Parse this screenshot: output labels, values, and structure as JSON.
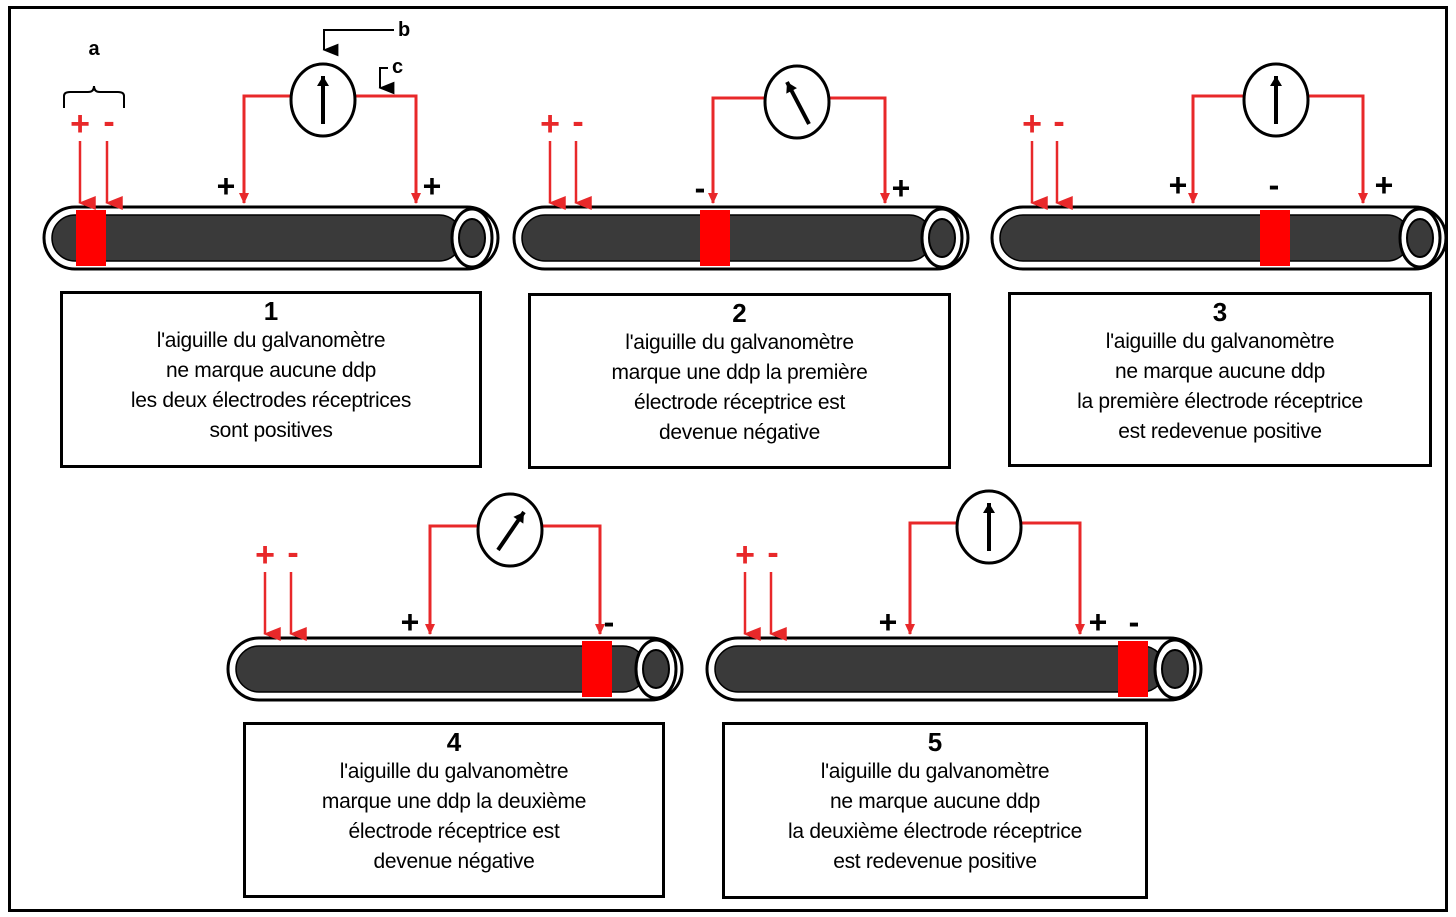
{
  "labels": {
    "a": "a",
    "b": "b",
    "c": "c"
  },
  "colors": {
    "stimulus": "#e8282a",
    "wire": "#e8282a",
    "fiber": "#3a3a3a",
    "depolarized": "#ff0000"
  },
  "panels": [
    {
      "number": "1",
      "stim_plus": "+",
      "stim_minus": "-",
      "left_sign": "+",
      "right_sign": "+",
      "extra_sign": "",
      "needle": "center",
      "lines": [
        "l'aiguille du galvanomètre",
        "ne marque aucune ddp",
        "les deux électrodes réceptrices",
        "sont positives"
      ]
    },
    {
      "number": "2",
      "stim_plus": "+",
      "stim_minus": "-",
      "left_sign": "-",
      "right_sign": "+",
      "extra_sign": "",
      "needle": "left",
      "lines": [
        "l'aiguille du galvanomètre",
        "marque une ddp la première",
        "électrode réceptrice est",
        "devenue négative"
      ]
    },
    {
      "number": "3",
      "stim_plus": "+",
      "stim_minus": "-",
      "left_sign": "+",
      "right_sign": "+",
      "extra_sign": "-",
      "needle": "center",
      "lines": [
        "l'aiguille du galvanomètre",
        "ne marque aucune ddp",
        "la première électrode réceptrice",
        "est redevenue positive"
      ]
    },
    {
      "number": "4",
      "stim_plus": "+",
      "stim_minus": "-",
      "left_sign": "+",
      "right_sign": "-",
      "extra_sign": "",
      "needle": "right",
      "lines": [
        "l'aiguille du galvanomètre",
        "marque une ddp la deuxième",
        "électrode réceptrice est",
        "devenue négative"
      ]
    },
    {
      "number": "5",
      "stim_plus": "+",
      "stim_minus": "-",
      "left_sign": "+",
      "right_sign": "+",
      "extra_sign": "-",
      "needle": "center",
      "lines": [
        "l'aiguille du galvanomètre",
        "ne marque aucune ddp",
        "la deuxième électrode réceptrice",
        "est redevenue positive"
      ]
    }
  ]
}
